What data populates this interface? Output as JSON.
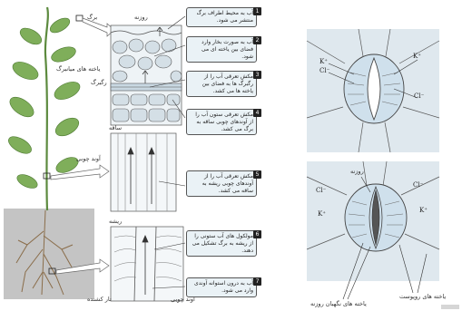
{
  "left_panel": {
    "labels": {
      "leaf": "برگ",
      "stoma": "روزنه",
      "mesophyll": "یاخته های میانبرگ",
      "vein": "رگبرگ",
      "stem": "ساقه",
      "xylem": "آوند چوبی",
      "root": "ریشه",
      "xylem_root": "آوند چوبی",
      "root_hair": "تار کشنده"
    },
    "steps": [
      {
        "num": "1",
        "text": "آب به محیط اطراف برگ منتشر می شود."
      },
      {
        "num": "2",
        "text": "آب به صورت بخار وارد فضای بین یاخته ای می شود."
      },
      {
        "num": "3",
        "text": "مکش تعرقی آب را از رگبرگ ها به فضای بین یاخته ها می کشد."
      },
      {
        "num": "4",
        "text": "مکش تعرقی ستون آب را از آوندهای چوبی ساقه به برگ می کشد."
      },
      {
        "num": "5",
        "text": "مکش تعرقی آب را از آوندهای چوبی ریشه به ساقه می کشد."
      },
      {
        "num": "6",
        "text": "مولکول های آب ستونی را از ریشه به برگ تشکیل می دهند."
      },
      {
        "num": "7",
        "text": "آب به درون استوانه آوندی وارد می شود."
      }
    ]
  },
  "right_panel": {
    "top_ions": {
      "k_left": "K⁺",
      "cl_left": "Cl⁻",
      "k_right": "K⁺",
      "cl_right": "Cl⁻"
    },
    "bottom_ions": {
      "stoma": "روزنه",
      "cl_left": "Cl⁻",
      "cl_right": "Cl⁻",
      "k_left": "K⁺",
      "k_right": "K⁺"
    },
    "labels": {
      "epidermis": "یاخته های روپوست",
      "guard_cells": "یاخته های نگهبان روزنه"
    }
  },
  "colors": {
    "leaf_green": "#7fae5a",
    "stem_green": "#6a9a4c",
    "soil": "#b8b8b8",
    "box_fill": "#eaf2f6",
    "guard_cell": "#cfe0ec",
    "right_bg": "#dfe8ee"
  }
}
